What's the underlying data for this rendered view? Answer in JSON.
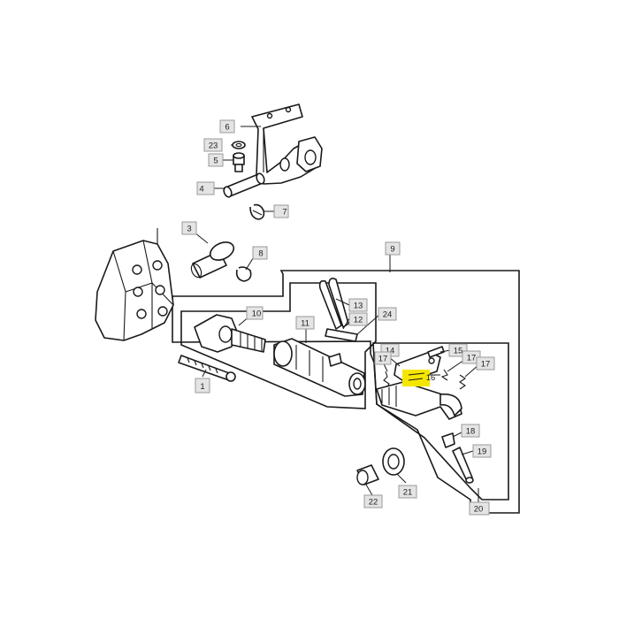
{
  "callouts": [
    {
      "id": "c6",
      "label": "6"
    },
    {
      "id": "c23",
      "label": "23"
    },
    {
      "id": "c5",
      "label": "5"
    },
    {
      "id": "c4",
      "label": "4"
    },
    {
      "id": "c7",
      "label": "7"
    },
    {
      "id": "c3",
      "label": "3"
    },
    {
      "id": "c8",
      "label": "8"
    },
    {
      "id": "c9",
      "label": "9"
    },
    {
      "id": "c10",
      "label": "10"
    },
    {
      "id": "c11",
      "label": "11"
    },
    {
      "id": "c13",
      "label": "13"
    },
    {
      "id": "c12",
      "label": "12"
    },
    {
      "id": "c24",
      "label": "24"
    },
    {
      "id": "c14",
      "label": "14"
    },
    {
      "id": "c15",
      "label": "15"
    },
    {
      "id": "c17a",
      "label": "17"
    },
    {
      "id": "c17b",
      "label": "17"
    },
    {
      "id": "c17c",
      "label": "17"
    },
    {
      "id": "c16",
      "label": "16"
    },
    {
      "id": "c18",
      "label": "18"
    },
    {
      "id": "c19",
      "label": "19"
    },
    {
      "id": "c20",
      "label": "20"
    },
    {
      "id": "c21",
      "label": "21"
    },
    {
      "id": "c22",
      "label": "22"
    },
    {
      "id": "c1",
      "label": "1"
    }
  ],
  "highlight": {
    "color": "#f5e600",
    "part": "16"
  }
}
